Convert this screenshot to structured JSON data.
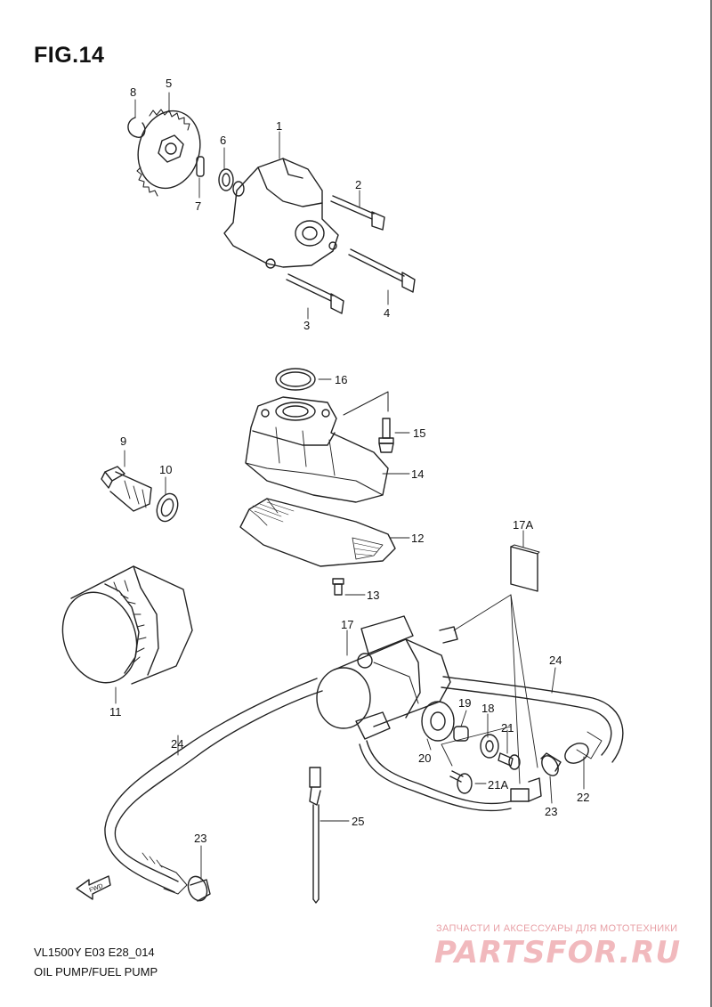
{
  "figure": {
    "title": "FIG.14",
    "model_code": "VL1500Y E03 E28_014",
    "caption": "OIL PUMP/FUEL PUMP"
  },
  "callouts": {
    "n1": "1",
    "n2": "2",
    "n3": "3",
    "n4": "4",
    "n5": "5",
    "n6": "6",
    "n7": "7",
    "n8": "8",
    "n9": "9",
    "n10": "10",
    "n11": "11",
    "n12": "12",
    "n13": "13",
    "n14": "14",
    "n15": "15",
    "n16": "16",
    "n17": "17",
    "n17a": "17A",
    "n18": "18",
    "n19": "19",
    "n20": "20",
    "n21": "21",
    "n21a": "21A",
    "n22": "22",
    "n23a": "23",
    "n23b": "23",
    "n24a": "24",
    "n24b": "24",
    "n25": "25"
  },
  "fwd_arrow": {
    "label": "FWD"
  },
  "watermark": {
    "tagline": "ЗАПЧАСТИ И АКСЕССУАРЫ ДЛЯ МОТОТЕХНИКИ",
    "brand": "PARTSFOR.RU",
    "color": "#e8a0a6"
  }
}
